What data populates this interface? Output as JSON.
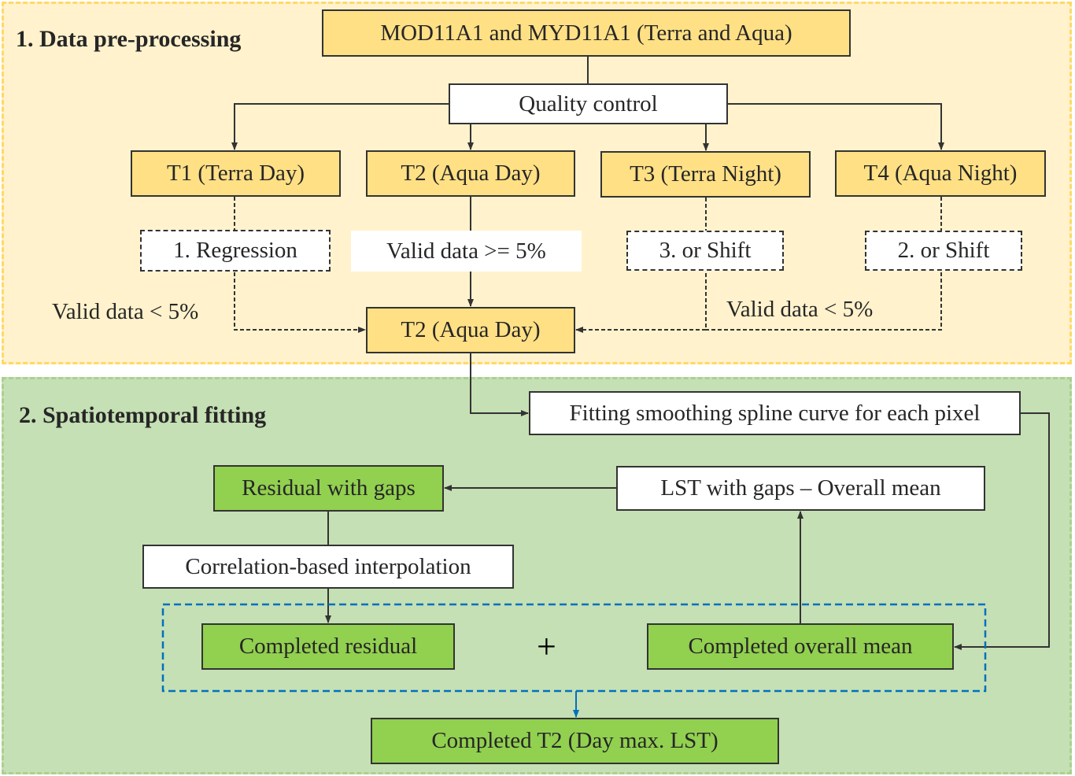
{
  "sections": {
    "preprocessing": "1. Data pre-processing",
    "fitting": "2. Spatiotemporal fitting"
  },
  "nodes": {
    "source": "MOD11A1 and MYD11A1 (Terra and Aqua)",
    "quality": "Quality control",
    "t1": "T1 (Terra Day)",
    "t2": "T2 (Aqua Day)",
    "t3": "T3 (Terra Night)",
    "t4": "T4 (Aqua Night)",
    "regression": "1. Regression",
    "valid_ge": "Valid data >= 5%",
    "shift3": "3. or Shift",
    "shift2": "2. or Shift",
    "valid_lt_left": "Valid data < 5%",
    "valid_lt_right": "Valid data < 5%",
    "t2_out": "T2 (Aqua Day)",
    "spline": "Fitting smoothing spline curve for each pixel",
    "residual": "Residual with gaps",
    "lst": "LST with gaps – Overall mean",
    "correlation": "Correlation-based interpolation",
    "completed_residual": "Completed residual",
    "plus": "+",
    "completed_mean": "Completed overall mean",
    "completed_t2": "Completed T2 (Day max. LST)"
  },
  "colors": {
    "yellow_box": "#FFE085",
    "green_box": "#92D050",
    "panel1": "#FFF2CC",
    "panel2": "#C5E0B4",
    "blue": "#0070C0"
  }
}
